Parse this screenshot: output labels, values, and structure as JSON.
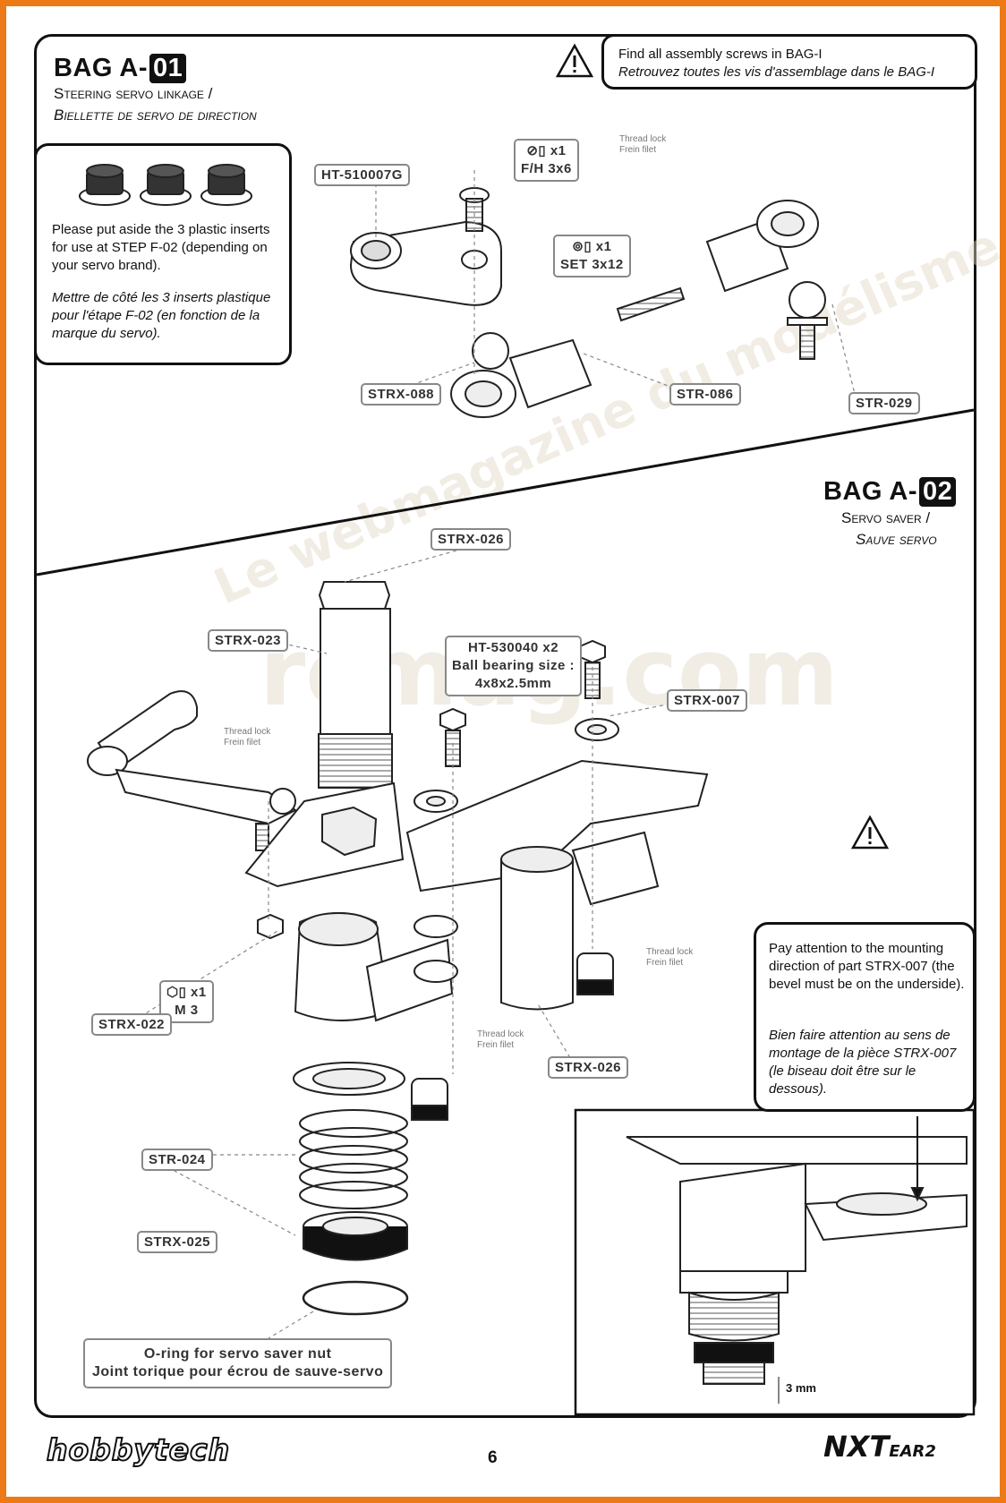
{
  "page_number": "6",
  "bag1": {
    "title": "BAG A-",
    "number": "01",
    "subtitle_en": "Steering servo linkage /",
    "subtitle_fr": "Biellette de servo de direction"
  },
  "bag2": {
    "title": "BAG A-",
    "number": "02",
    "subtitle_en": "Servo saver /",
    "subtitle_fr": "Sauve servo"
  },
  "screw_note": {
    "en": "Find all assembly screws in BAG-I",
    "fr": "Retrouvez toutes les vis d'assemblage dans le BAG-I"
  },
  "inserts_note": {
    "en": "Please put aside the 3 plastic inserts for use at STEP F-02 (depending on your servo brand).",
    "fr": "Mettre de côté les 3 inserts plastique pour l'étape F-02 (en fonction de la marque du servo)."
  },
  "direction_note": {
    "en": "Pay attention to the mounting direction of part STRX-007 (the bevel must be on the underside).",
    "fr": "Bien faire attention au sens de montage de la pièce STRX-007 (le biseau doit être sur le dessous)."
  },
  "parts": {
    "ht510007g": "HT-510007G",
    "fh3x6_qty": "x1",
    "fh3x6": "F/H 3x6",
    "set3x12_qty": "x1",
    "set3x12": "SET 3x12",
    "strx088": "STRX-088",
    "str086": "STR-086",
    "str029": "STR-029",
    "strx026_top": "STRX-026",
    "strx023": "STRX-023",
    "ht530040_line1": "HT-530040   x2",
    "ht530040_line2": "Ball bearing size :",
    "ht530040_line3": "4x8x2.5mm",
    "strx007": "STRX-007",
    "m3_qty": "x1",
    "m3": "M 3",
    "strx022": "STRX-022",
    "strx026_bottom": "STRX-026",
    "str024": "STR-024",
    "strx025": "STRX-025",
    "oring_en": "O-ring for servo saver nut",
    "oring_fr": "Joint torique pour écrou de sauve-servo"
  },
  "thread_lock": {
    "en": "Thread lock",
    "fr": "Frein filet"
  },
  "dimension": "3 mm",
  "logos": {
    "left": "hobbytech",
    "right": "NXT",
    "right_suffix": "EAR2"
  },
  "watermark": {
    "line1": "Le webmagazine du modélisme",
    "line2": "rcmag.com"
  },
  "colors": {
    "border_orange": "#ec7a16",
    "ink": "#111111",
    "gray": "#888888"
  }
}
